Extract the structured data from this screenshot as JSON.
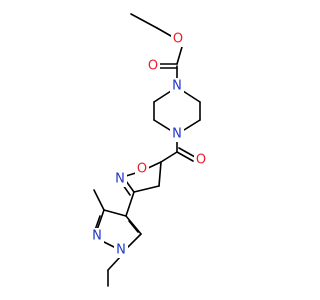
{
  "molecule": {
    "atoms": {
      "o_carbonyl_ester": {
        "symbol": "O",
        "color": "#e8202a"
      },
      "o_ester": {
        "symbol": "O",
        "color": "#e8202a"
      },
      "n_pip_top": {
        "symbol": "N",
        "color": "#1f36c8"
      },
      "n_pip_bottom": {
        "symbol": "N",
        "color": "#1f36c8"
      },
      "o_amide": {
        "symbol": "O",
        "color": "#e8202a"
      },
      "o_isoxazoline": {
        "symbol": "O",
        "color": "#e8202a"
      },
      "n_isoxazoline": {
        "symbol": "N",
        "color": "#1f36c8"
      },
      "n_pyrazole_2": {
        "symbol": "N",
        "color": "#1f36c8"
      },
      "n_pyrazole_1": {
        "symbol": "N",
        "color": "#1f36c8"
      }
    }
  }
}
